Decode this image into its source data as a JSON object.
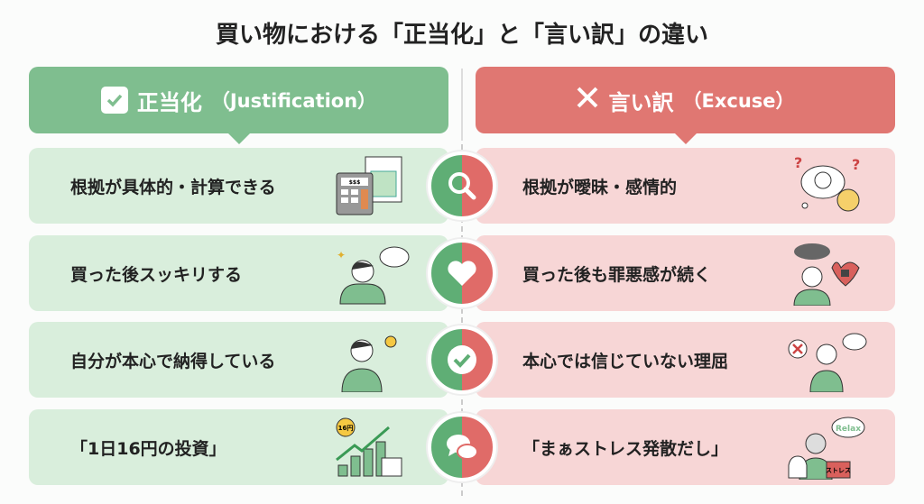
{
  "title": "買い物における「正当化」と「言い訳」の違い",
  "justification": {
    "label": "正当化",
    "sub": "（Justification）",
    "color": "#7fbe8f",
    "items": [
      "根拠が具体的・計算できる",
      "買った後スッキリする",
      "自分が本心で納得している",
      "「1日16円の投資」"
    ]
  },
  "excuse": {
    "label": "言い訳",
    "sub": "（Excuse）",
    "color": "#e07772",
    "items": [
      "根拠が曖昧・感情的",
      "買った後も罪悪感が続く",
      "本心では信じていない理屈",
      "「まぁストレス発散だし」"
    ]
  },
  "icons": [
    "magnifier-icon",
    "heart-icon",
    "check-circle-icon",
    "speech-bubbles-icon"
  ],
  "illustration_text": {
    "calculator": "$$$",
    "coin": "16円",
    "thought": "Relax",
    "bag": "ストレス"
  }
}
